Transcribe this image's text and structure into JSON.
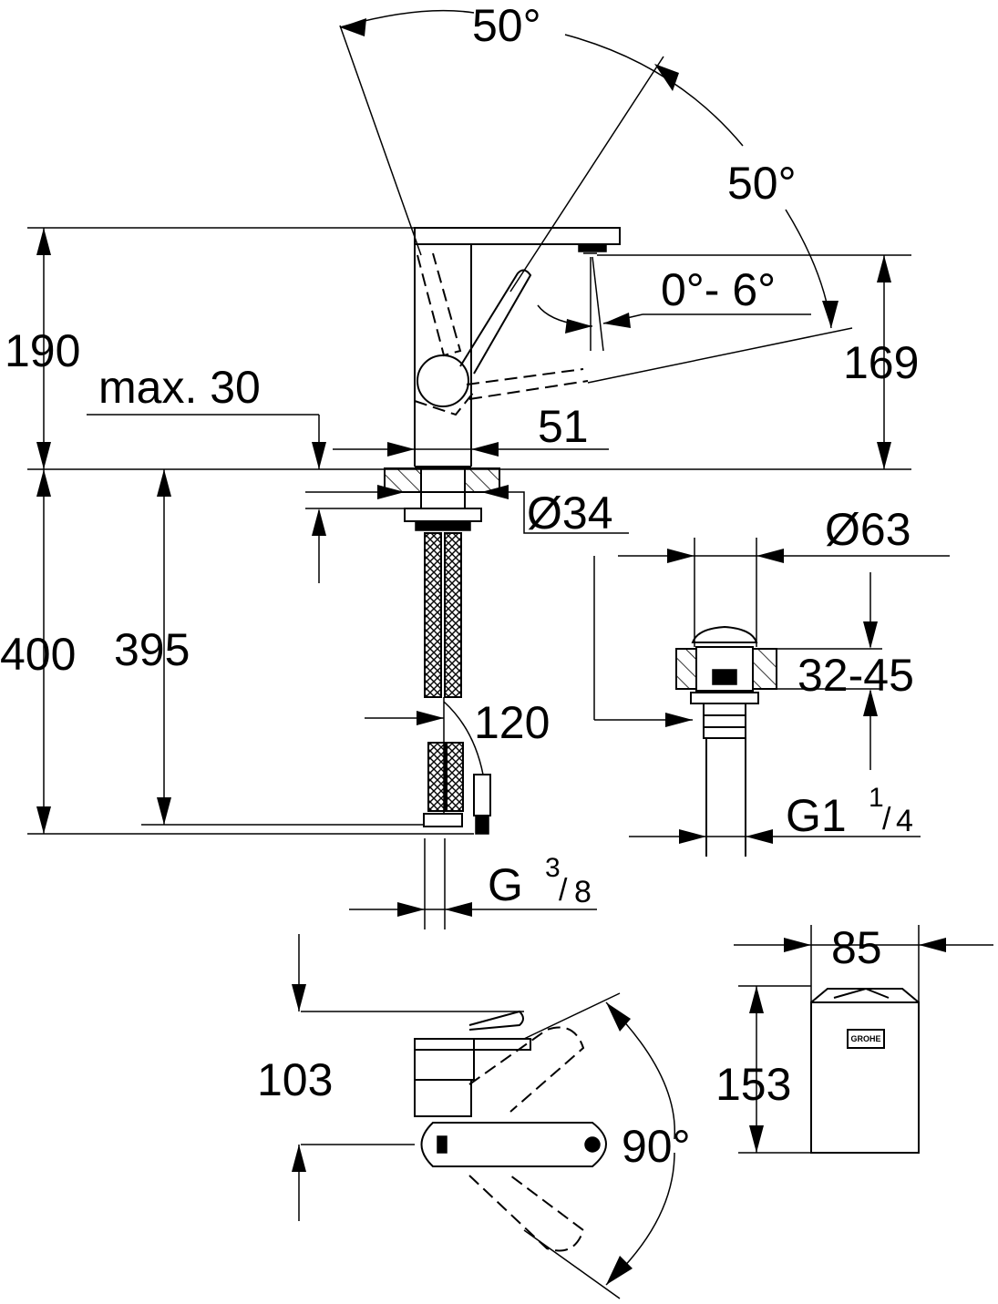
{
  "dimensions": {
    "angle_top_left": "50°",
    "angle_top_right": "50°",
    "spout_tilt": "0°- 6°",
    "height_top": "190",
    "projection_max": "max. 30",
    "spout_height": "169",
    "body_width": "51",
    "hole_diameter": "Ø34",
    "waste_diameter": "Ø63",
    "total_height": "400",
    "hose_length": "395",
    "hose_offset": "120",
    "deck_thickness": "32-45",
    "waste_thread_main": "G1",
    "waste_thread_num": "1",
    "waste_thread_den": "4",
    "hose_thread_main": "G",
    "hose_thread_num": "3",
    "hose_thread_den": "8",
    "plan_depth": "103",
    "plan_rotation": "90°",
    "box_width": "85",
    "box_height": "153"
  },
  "logo_text": "GROHE"
}
